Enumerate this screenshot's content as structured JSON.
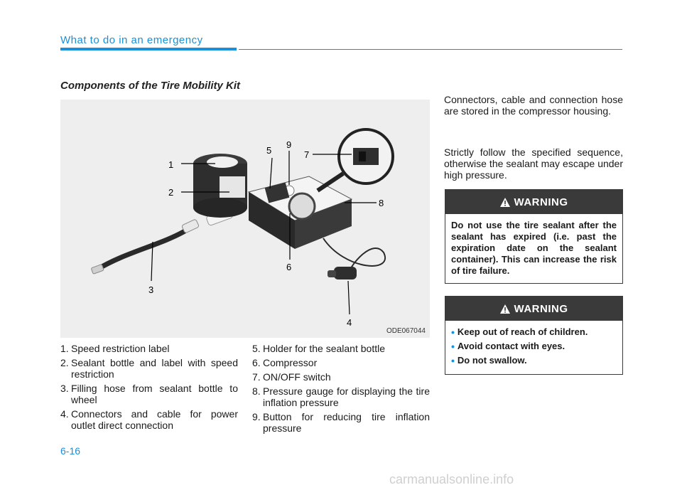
{
  "header": {
    "section": "What to do in an emergency"
  },
  "subtitle": "Components of the Tire Mobility Kit",
  "figure": {
    "code": "ODE067044",
    "callouts": [
      "1",
      "2",
      "3",
      "4",
      "5",
      "6",
      "7",
      "8",
      "9"
    ]
  },
  "components_left": [
    {
      "num": "1.",
      "text": "Speed restriction label"
    },
    {
      "num": "2.",
      "text": "Sealant bottle and label with speed restriction"
    },
    {
      "num": "3.",
      "text": "Filling hose from sealant bottle to wheel"
    },
    {
      "num": "4.",
      "text": "Connectors and cable for power outlet direct connection"
    }
  ],
  "components_right": [
    {
      "num": "5.",
      "text": "Holder for the sealant bottle"
    },
    {
      "num": "6.",
      "text": "Compressor"
    },
    {
      "num": "7.",
      "text": "ON/OFF switch"
    },
    {
      "num": "8.",
      "text": "Pressure gauge for displaying the tire inflation pressure"
    },
    {
      "num": "9.",
      "text": "Button for reducing tire inflation pressure"
    }
  ],
  "paragraphs": [
    "Connectors, cable and connection hose are stored in the compressor housing.",
    "Strictly follow the specified sequence, otherwise the sealant may escape under high pressure."
  ],
  "warning1": {
    "title": "WARNING",
    "body": "Do not use the tire sealant after the sealant has expired (i.e. past the expiration date on the sealant container). This can increase the risk of tire failure."
  },
  "warning2": {
    "title": "WARNING",
    "bullets": [
      "Keep out of reach of children.",
      "Avoid contact with eyes.",
      "Do not swallow."
    ]
  },
  "page_number": "6-16",
  "watermark": "carmanualsonline.info"
}
